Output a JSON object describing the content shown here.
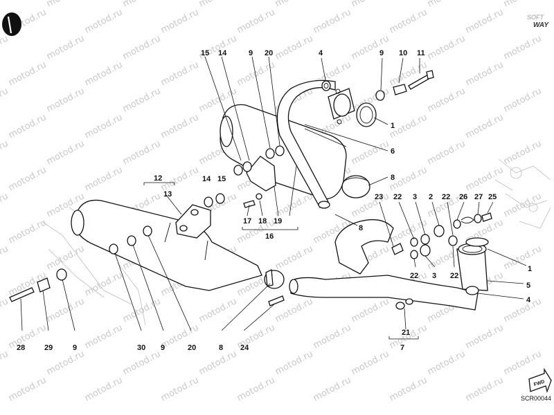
{
  "watermark": "motod.ru",
  "logo": {
    "line1": "SOFT",
    "line2": "WAY"
  },
  "drawing_code": "SCR00044",
  "fwd_label": "FWD",
  "callouts": {
    "c1_top": "1",
    "c1_right": "1",
    "c2": "2",
    "c3_top": "3",
    "c3_bottom": "3",
    "c4_top": "4",
    "c4_right": "4",
    "c5": "5",
    "c6": "6",
    "c7": "7",
    "c8_right": "8",
    "c8_mid": "8",
    "c8_bottom": "8",
    "c9_top": "9",
    "c9_topright": "9",
    "c9_bottom": "9",
    "c9_lower": "9",
    "c10": "10",
    "c11": "11",
    "c12": "12",
    "c13": "13",
    "c14_top": "14",
    "c14_mid": "14",
    "c15_top": "15",
    "c15_mid": "15",
    "c16": "16",
    "c17": "17",
    "c18": "18",
    "c19": "19",
    "c20_top": "20",
    "c20_bottom": "20",
    "c21": "21",
    "c22_a": "22",
    "c22_b": "22",
    "c22_c": "22",
    "c22_d": "22",
    "c23": "23",
    "c24": "24",
    "c25": "25",
    "c26": "26",
    "c27": "27",
    "c28": "28",
    "c29": "29",
    "c30": "30"
  }
}
